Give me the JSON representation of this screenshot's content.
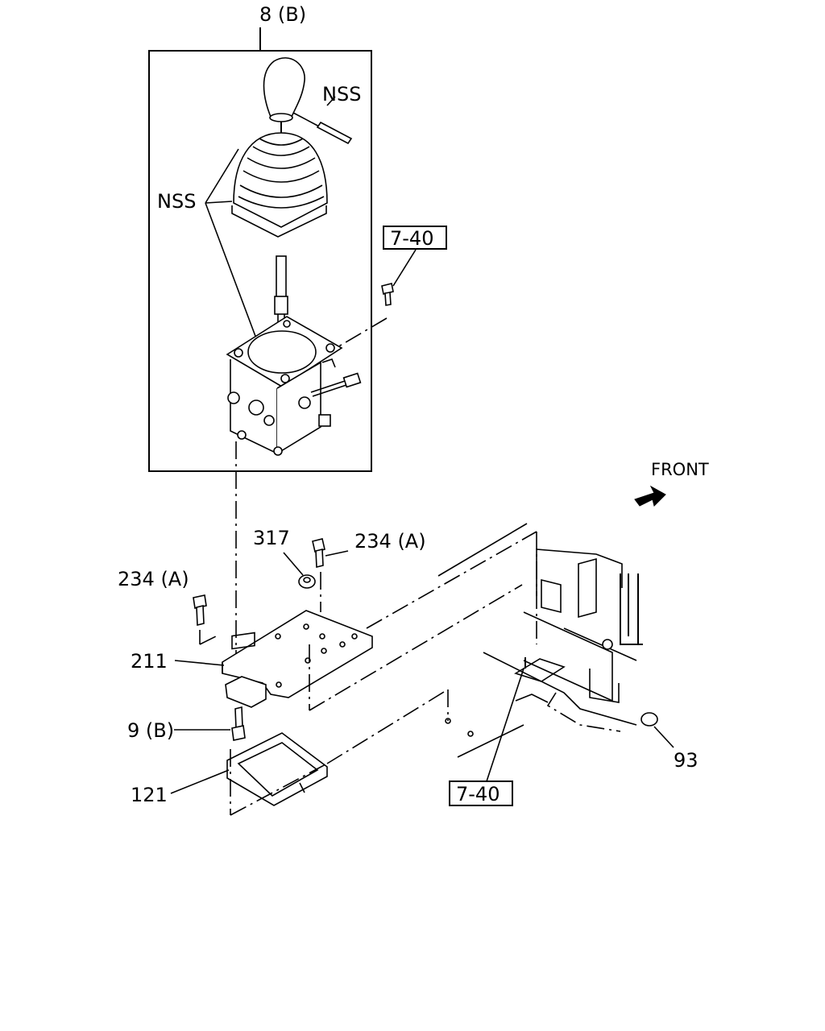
{
  "labels": {
    "assembly": "8 (B)",
    "nss_top": "NSS",
    "nss_left": "NSS",
    "ref_top": "7-40",
    "ref_bottom": "7-40",
    "front": "FRONT",
    "p317": "317",
    "p234_right": "234 (A)",
    "p234_left": "234 (A)",
    "p211": "211",
    "p9": "9 (B)",
    "p121": "121",
    "p93": "93"
  }
}
